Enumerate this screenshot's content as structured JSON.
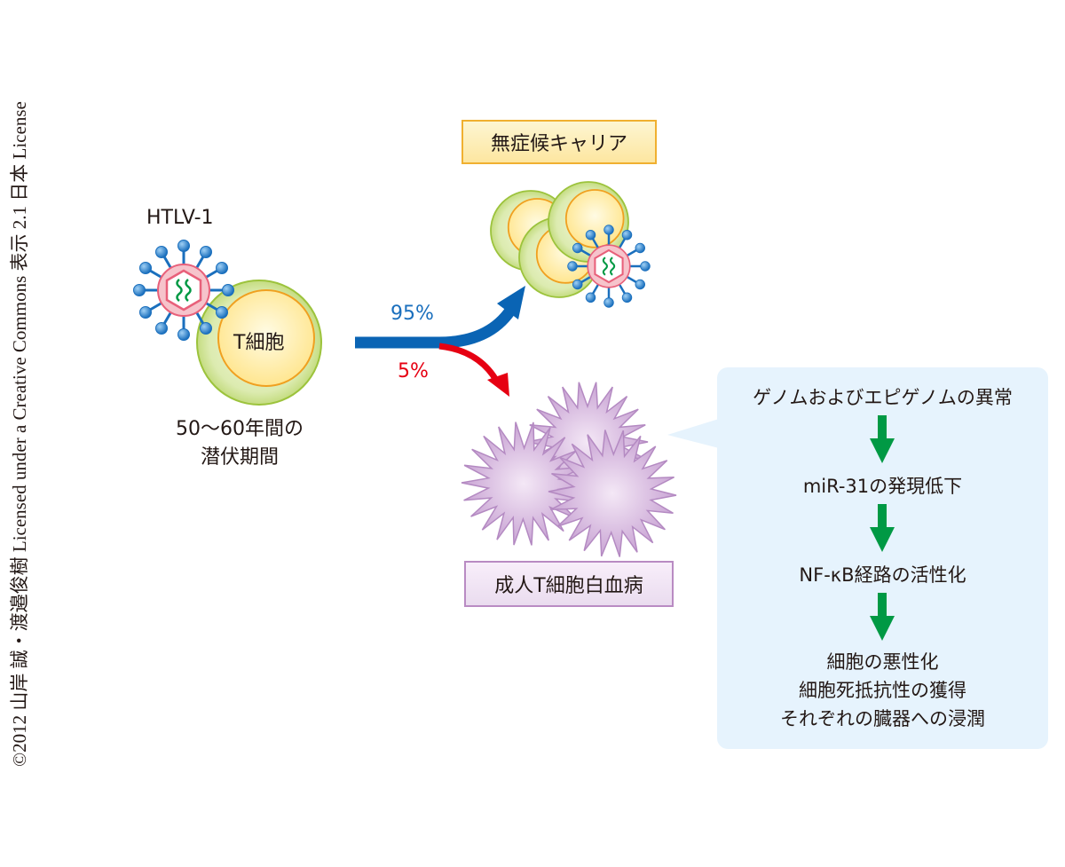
{
  "credit": "©2012 山岸 誠・渡邉俊樹 Licensed under a Creative Commons 表示 2.1 日本 License",
  "virus_label": "HTLV-1",
  "t_cell_label": "T細胞",
  "latency": {
    "line1": "50〜60年間の",
    "line2": "潜伏期間"
  },
  "branches": {
    "carrier_percent": "95%",
    "leukemia_percent": "5%"
  },
  "outcomes": {
    "carrier_label": "無症候キャリア",
    "leukemia_label": "成人T細胞白血病"
  },
  "mechanism_steps": [
    {
      "text": "ゲノムおよびエピゲノムの異常"
    },
    {
      "text": "miR-31の発現低下"
    },
    {
      "text": "NF-κB経路の活性化"
    },
    {
      "lines": [
        "細胞の悪性化",
        "細胞死抵抗性の獲得",
        "それぞれの臓器への浸潤"
      ]
    }
  ],
  "colors": {
    "carrier_arrow": "#0a64b4",
    "leukemia_arrow": "#e60012",
    "step_arrow": "#009944",
    "callout_bg": "#e6f3fd",
    "virus_spike": "#1a6fbd",
    "virus_capsid": "#f6c3cb",
    "cell_outer": "#cfe39b",
    "cell_inner": "#fff0a8",
    "leukemia_cell": "#d7b7e0"
  }
}
